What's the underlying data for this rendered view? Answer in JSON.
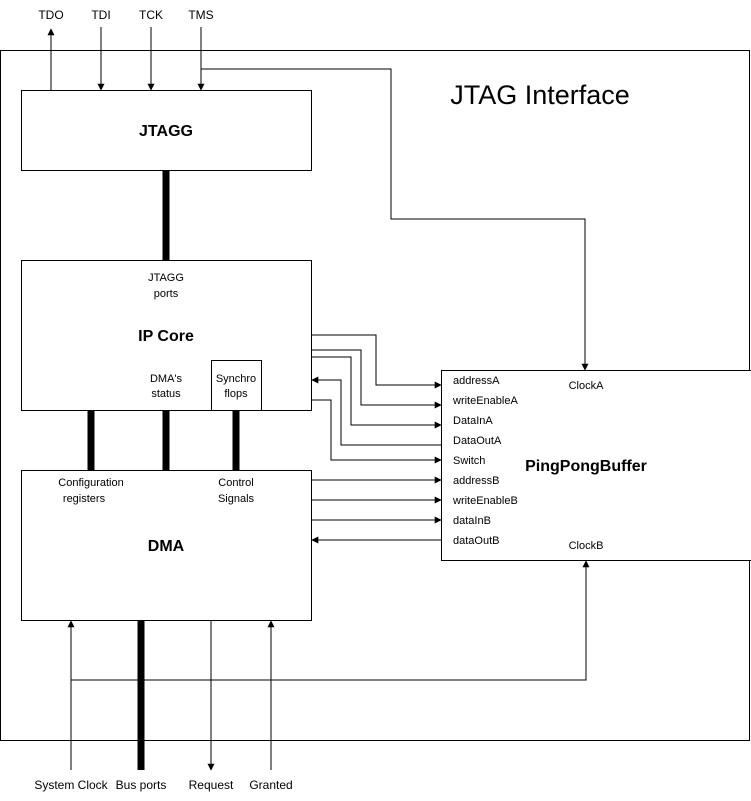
{
  "title": "JTAG Interface",
  "top_signals": {
    "tdo": "TDO",
    "tdi": "TDI",
    "tck": "TCK",
    "tms": "TMS"
  },
  "blocks": {
    "jtagg": "JTAGG",
    "ip_core": "IP Core",
    "dma": "DMA",
    "pingpong": "PingPongBuffer",
    "synchro_line1": "Synchro",
    "synchro_line2": "flops"
  },
  "ip_core_labels": {
    "jtagg_ports_line1": "JTAGG",
    "jtagg_ports_line2": "ports",
    "dma_status_line1": "DMA's",
    "dma_status_line2": "status"
  },
  "dma_labels": {
    "config_line1": "Configuration",
    "config_line2": "registers",
    "control_line1": "Control",
    "control_line2": "Signals"
  },
  "pingpong_ports": [
    "addressA",
    "writeEnableA",
    "DataInA",
    "DataOutA",
    "Switch",
    "addressB",
    "writeEnableB",
    "dataInB",
    "dataOutB"
  ],
  "pingpong_clocks": {
    "clock_a": "ClockA",
    "clock_b": "ClockB"
  },
  "bottom_signals": {
    "system_clock": "System Clock",
    "bus_ports": "Bus ports",
    "request": "Request",
    "granted": "Granted"
  }
}
